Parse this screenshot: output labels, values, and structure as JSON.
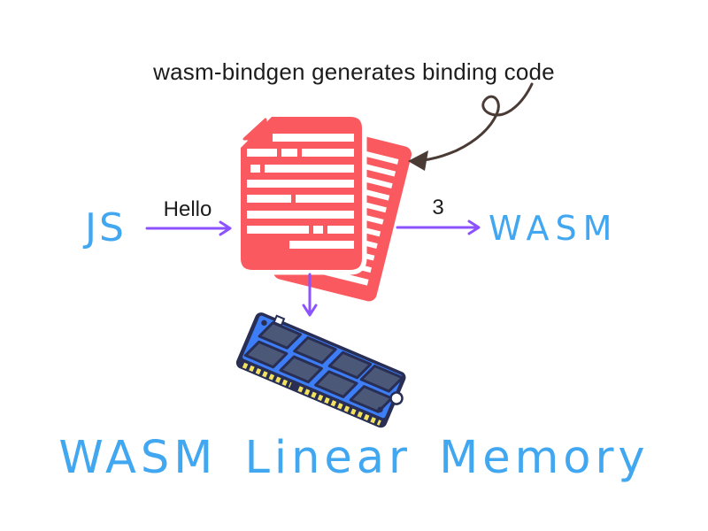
{
  "diagram": {
    "annotation": {
      "text": "wasm-bindgen generates binding code"
    },
    "js_node": {
      "label": "JS"
    },
    "wasm_node": {
      "label": "WASM"
    },
    "arrow_js_to_binding": {
      "label": "Hello"
    },
    "arrow_binding_to_wasm": {
      "label": "3"
    },
    "arrow_binding_to_memory": {
      "label": ""
    },
    "title": {
      "text": "WASM Linear Memory"
    },
    "icons": {
      "documents": "binding-code-documents-icon",
      "memory": "ram-module-icon",
      "squiggle": "curly-annotation-arrow-icon"
    },
    "colors": {
      "accent_blue": "#41a7f0",
      "arrow_purple": "#8c52ff",
      "document_red": "#f9595f",
      "squiggle_brown": "#4a3b35",
      "ram_pcb_blue": "#3d7df6",
      "ram_chip_slate": "#4c5878",
      "ram_outline_navy": "#282e54",
      "ram_pin_gold": "#f2e25f",
      "text_black": "#1c1c1c"
    }
  }
}
